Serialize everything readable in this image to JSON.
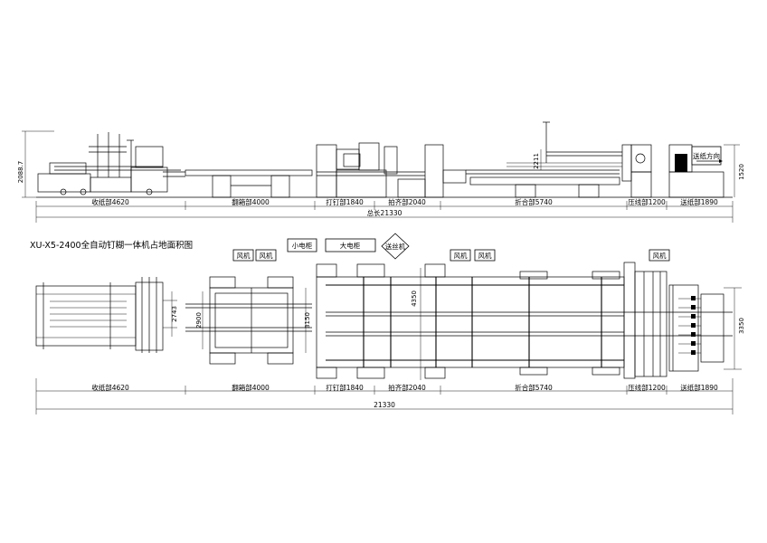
{
  "title": "XU-X5-2400全自动钉糊一体机占地面积图",
  "elevation": {
    "height_left": "2088.7",
    "height_mid": "2211",
    "height_right": "1520",
    "direction": "送纸方向",
    "sections": [
      "收纸部4620",
      "翻箱部4000",
      "打钉部1840",
      "拍齐部2040",
      "折合部5740",
      "压线部1200",
      "送纸部1890"
    ],
    "total": "总长21330"
  },
  "plan": {
    "fans": [
      "风机",
      "风机",
      "风机",
      "风机",
      "风机"
    ],
    "small_cabinet": "小电柜",
    "big_cabinet": "大电柜",
    "wire_feeder": "送丝机",
    "dim_2743": "2743",
    "dim_2900": "2900",
    "dim_3150": "3150",
    "dim_4350": "4350",
    "dim_3350": "3350",
    "sections": [
      "收纸部4620",
      "翻箱部4000",
      "打钉部1840",
      "拍齐部2040",
      "折合部5740",
      "压线部1200",
      "送纸部1890"
    ],
    "total": "21330"
  }
}
